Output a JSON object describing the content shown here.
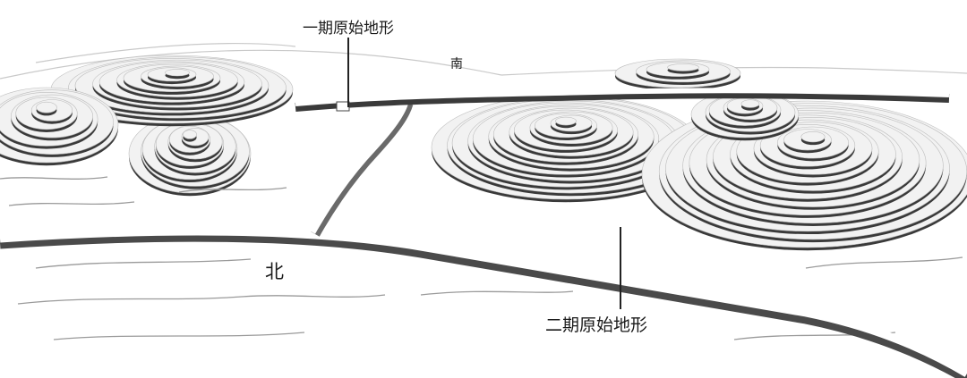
{
  "labels": {
    "phase1_terrain": "一期原始地形",
    "south": "南",
    "north": "北",
    "phase2_terrain": "二期原始地形"
  },
  "colors": {
    "background": "#ffffff",
    "terrace_shadow": "#3a3a3a",
    "terrace_face": "#f2f2f2",
    "road_shadow": "#4a4a4a",
    "label_text": "#1a1a1a"
  }
}
